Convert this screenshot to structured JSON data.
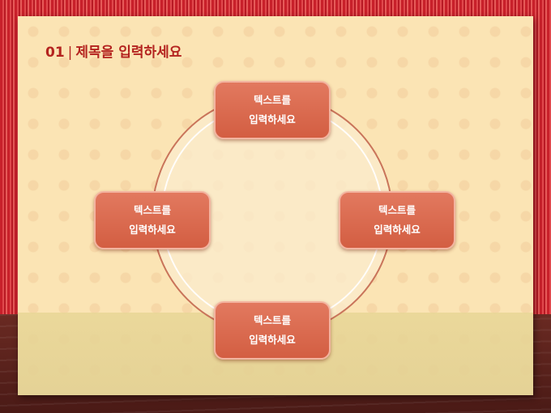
{
  "title": {
    "number": "01",
    "separator": "|",
    "text": "제목을 입력하세요"
  },
  "nodes": [
    {
      "line1": "텍스트를",
      "line2": "입력하세요"
    },
    {
      "line1": "텍스트를",
      "line2": "입력하세요"
    },
    {
      "line1": "텍스트를",
      "line2": "입력하세요"
    },
    {
      "line1": "텍스트를",
      "line2": "입력하세요"
    }
  ],
  "colors": {
    "accent": "#d35e42",
    "title": "#b4231f",
    "background": "#fbe4b4",
    "ring": "#c9745a"
  }
}
